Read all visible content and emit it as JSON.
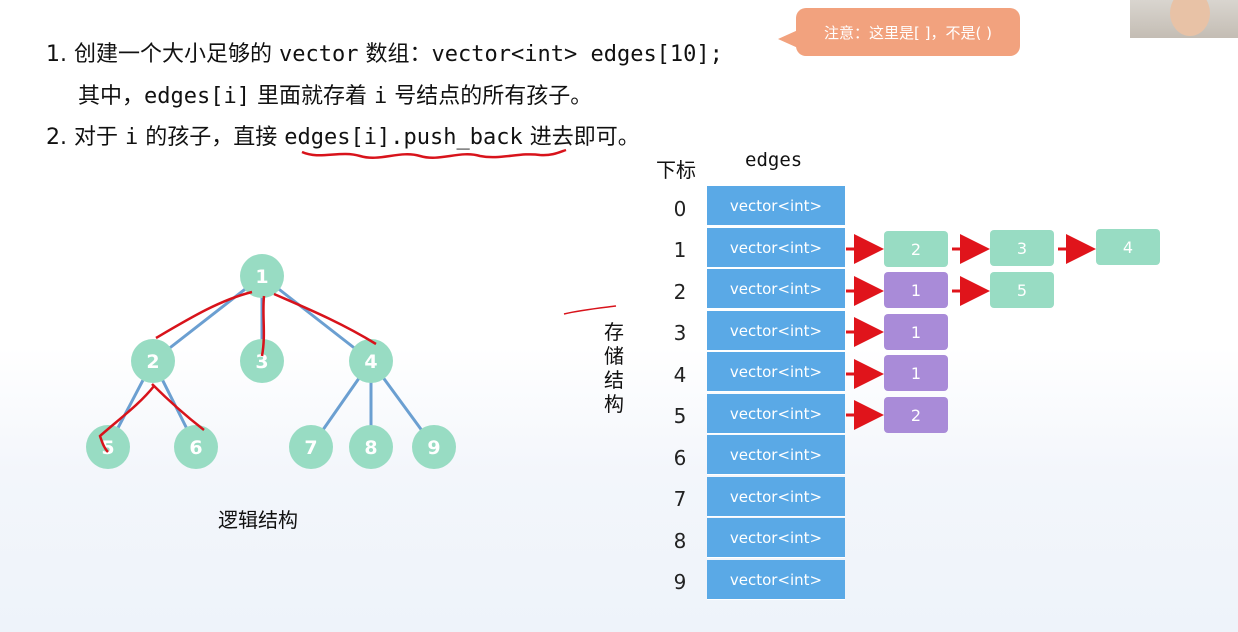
{
  "lines": {
    "l1_num": "1.",
    "l1_a": "创建一个大小足够的",
    "l1_code1": "vector",
    "l1_b": "数组：",
    "l1_code2": "vector<int> edges[10];",
    "l2_a": "其中，",
    "l2_code1": "edges[i]",
    "l2_b": "里面就存着",
    "l2_code2": "i",
    "l2_c": "号结点的所有孩子。",
    "l3_num": "2.",
    "l3_a": "对于",
    "l3_code1": "i",
    "l3_b": "的孩子，直接",
    "l3_code2": "edges[i].push_back",
    "l3_c": "进去即可。"
  },
  "callout": "注意：这里是[ ]，不是( )",
  "tree": {
    "caption": "逻辑结构",
    "nodes": [
      "1",
      "2",
      "3",
      "4",
      "5",
      "6",
      "7",
      "8",
      "9"
    ]
  },
  "storage": {
    "side_label": "存储结构",
    "index_header": "下标",
    "array_header": "edges",
    "cell_text": "vector<int>",
    "indices": [
      "0",
      "1",
      "2",
      "3",
      "4",
      "5",
      "6",
      "7",
      "8",
      "9"
    ],
    "children": {
      "1": [
        "2",
        "3",
        "4"
      ],
      "2": [
        "1",
        "5"
      ],
      "3": [
        "1"
      ],
      "4": [
        "1"
      ],
      "5": [
        "2"
      ]
    }
  },
  "colors": {
    "node": "#98dcc3",
    "cell": "#5aa9e6",
    "parent_box": "#a98bd8",
    "arrow": "#e0141b",
    "edge": "#6b9fd1",
    "annotation": "#d8131b"
  }
}
